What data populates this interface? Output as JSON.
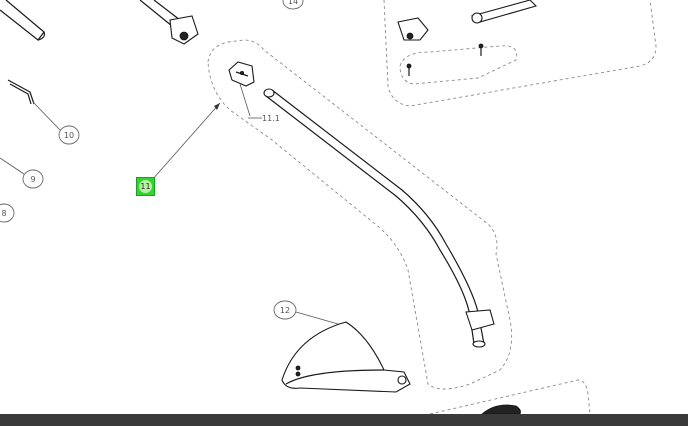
{
  "callouts": {
    "c14": "14",
    "c10": "10",
    "c9": "9",
    "c8": "8",
    "c11": "11",
    "c12": "12",
    "c11_1": "11.1"
  },
  "highlight_color": "#32d432",
  "footer_bar_color": "#3a3a3a"
}
